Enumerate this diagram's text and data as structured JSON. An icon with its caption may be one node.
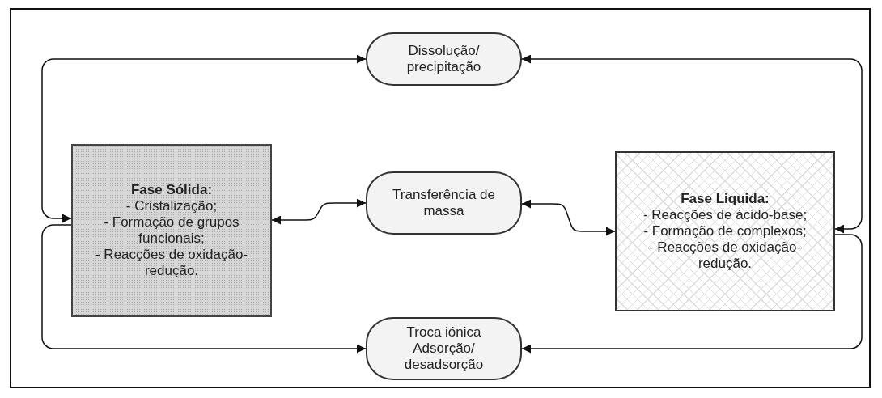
{
  "diagram": {
    "nodes": [
      {
        "text": [
          "Dissolução/ precipitação"
        ]
      },
      {
        "text": [
          "Fase Sólida:",
          "- Cristalização;",
          "- Formação de grupos funcionais;",
          "- Reacções de oxidação-redução."
        ]
      },
      {
        "text": [
          "Transferência de massa"
        ]
      },
      {
        "text": [
          "Fase Liquida:",
          "- Reacções de ácido-base;",
          "- Formação de complexos;",
          "- Reacções de oxidação-redução."
        ]
      },
      {
        "text": [
          "Troca iónica",
          "Adsorção/ desadsorção"
        ]
      }
    ],
    "edges": [
      {
        "from": 1,
        "to": 0,
        "arrow": "both"
      },
      {
        "from": 3,
        "to": 0,
        "arrow": "both"
      },
      {
        "from": 1,
        "to": 2,
        "arrow": "both"
      },
      {
        "from": 2,
        "to": 3,
        "arrow": "both"
      },
      {
        "from": 1,
        "to": 4,
        "arrow": "to"
      },
      {
        "from": 3,
        "to": 4,
        "arrow": "to"
      }
    ]
  }
}
